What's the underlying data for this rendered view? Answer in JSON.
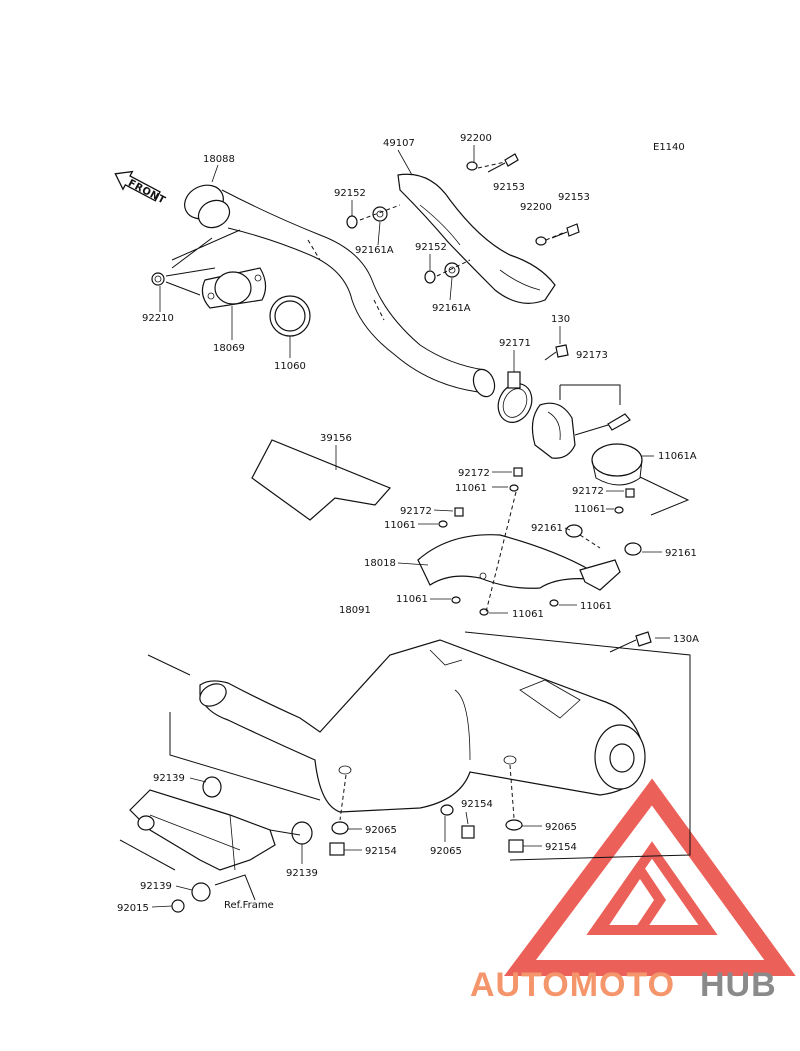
{
  "diagram": {
    "code": "E1140",
    "front_label": "FRONT",
    "ref_frame_label": "Ref.Frame",
    "parts": [
      {
        "id": "p-18088",
        "label": "18088"
      },
      {
        "id": "p-49107",
        "label": "49107"
      },
      {
        "id": "p-92200a",
        "label": "92200"
      },
      {
        "id": "p-92153a",
        "label": "92153"
      },
      {
        "id": "p-92152a",
        "label": "92152"
      },
      {
        "id": "p-92161Aa",
        "label": "92161A"
      },
      {
        "id": "p-92200b",
        "label": "92200"
      },
      {
        "id": "p-92153b",
        "label": "92153"
      },
      {
        "id": "p-92152b",
        "label": "92152"
      },
      {
        "id": "p-92161Ab",
        "label": "92161A"
      },
      {
        "id": "p-92210",
        "label": "92210"
      },
      {
        "id": "p-18069",
        "label": "18069"
      },
      {
        "id": "p-11060",
        "label": "11060"
      },
      {
        "id": "p-130",
        "label": "130"
      },
      {
        "id": "p-92171",
        "label": "92171"
      },
      {
        "id": "p-92173",
        "label": "92173"
      },
      {
        "id": "p-11061A",
        "label": "11061A"
      },
      {
        "id": "p-39156",
        "label": "39156"
      },
      {
        "id": "p-92172a",
        "label": "92172"
      },
      {
        "id": "p-11061a",
        "label": "11061"
      },
      {
        "id": "p-92172b",
        "label": "92172"
      },
      {
        "id": "p-92172c",
        "label": "92172"
      },
      {
        "id": "p-11061b",
        "label": "11061"
      },
      {
        "id": "p-11061c",
        "label": "11061"
      },
      {
        "id": "p-92161a",
        "label": "92161"
      },
      {
        "id": "p-92161b",
        "label": "92161"
      },
      {
        "id": "p-18018",
        "label": "18018"
      },
      {
        "id": "p-11061d",
        "label": "11061"
      },
      {
        "id": "p-11061e",
        "label": "11061"
      },
      {
        "id": "p-11061f",
        "label": "11061"
      },
      {
        "id": "p-18091",
        "label": "18091"
      },
      {
        "id": "p-130A",
        "label": "130A"
      },
      {
        "id": "p-92139a",
        "label": "92139"
      },
      {
        "id": "p-92065a",
        "label": "92065"
      },
      {
        "id": "p-92154a",
        "label": "92154"
      },
      {
        "id": "p-92154b",
        "label": "92154"
      },
      {
        "id": "p-92065b",
        "label": "92065"
      },
      {
        "id": "p-92065c",
        "label": "92065"
      },
      {
        "id": "p-92154c",
        "label": "92154"
      },
      {
        "id": "p-92139b",
        "label": "92139"
      },
      {
        "id": "p-92139c",
        "label": "92139"
      },
      {
        "id": "p-92015",
        "label": "92015"
      }
    ]
  },
  "watermark": {
    "brand_a": "AUTOMOTO",
    "brand_b": "HUB",
    "color_primary": "#f4956b",
    "color_secondary": "#8a8a8a",
    "triangle_color": "#e8453c"
  }
}
